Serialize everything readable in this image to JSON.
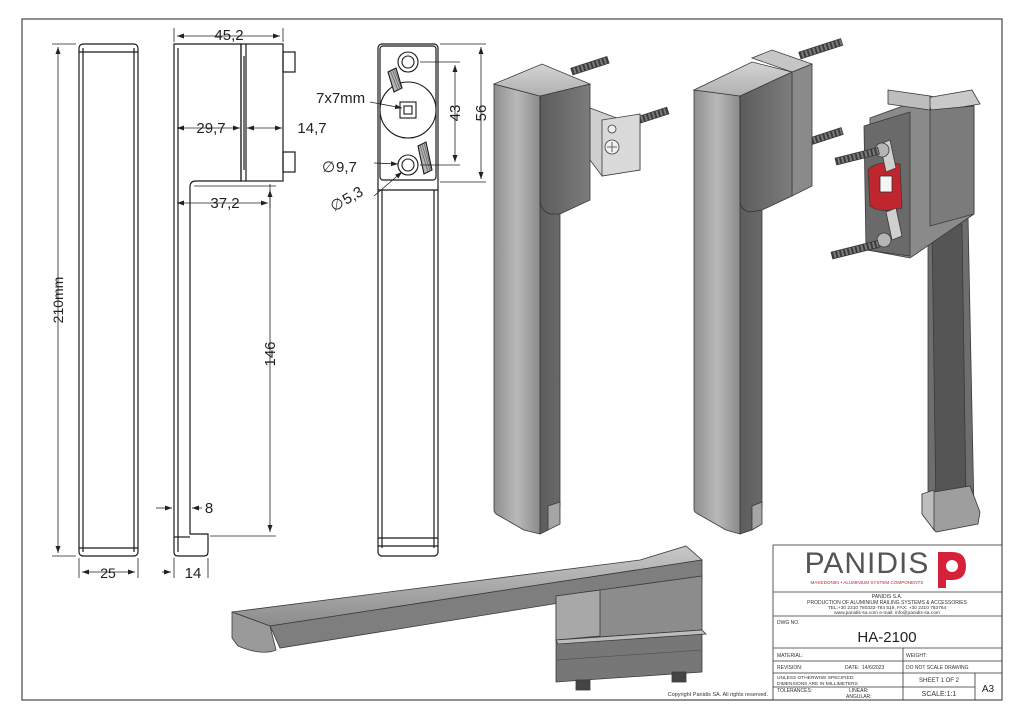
{
  "dimensions": {
    "total_height": "210mm",
    "width_top": "45,2",
    "dim_29_7": "29,7",
    "dim_14_7": "14,7",
    "dim_37_2": "37,2",
    "dim_146": "146",
    "dim_8": "8",
    "dim_25": "25",
    "dim_14": "14",
    "square": "7x7mm",
    "hole_large": "9,7",
    "hole_small": "5,3",
    "dim_43": "43",
    "dim_56": "56"
  },
  "title_block": {
    "company_logo_text": "PANIDIS",
    "logo_tagline": "MAKEDONIKI • ALUMINIUM SYSTEM COMPONENTS",
    "company_name": "PANIDIS S.A.",
    "company_desc": "PRODUCTION OF ALUMINIUM RAILING SYSTEMS & ACCESSORIES",
    "contact_line1": "TEL:+30 2310 780332-784 519, FAX: +30 2310 783764",
    "contact_line2": "www.panidis-sa.com   e-mail: info@panidis-sa.com",
    "dwg_label": "DWG NO.",
    "dwg_no": "HA-2100",
    "material_label": "MATERIAL:",
    "weight_label": "WEIGHT:",
    "revision_label": "REVISION:",
    "date_label": "DATE:",
    "date_value": "14/6/2023",
    "no_scale": "DO NOT SCALE DRAWING",
    "unless_line1": "UNLESS OTHERWISE SPECIFIED:",
    "unless_line2": "DIMENSIONS ARE IN MILLIMETERS",
    "sheet": "SHEET 1 OF 2",
    "tolerances_label": "TOLERANCES:",
    "linear_label": "LINEAR:",
    "angular_label": "ANGULAR:",
    "scale": "SCALE:1:1",
    "size": "A3",
    "copyright": "Copyright Panidis SA. All rights reserved."
  },
  "colors": {
    "brand_red": "#d6213a",
    "gasket_red": "#c0262e",
    "line": "#1a1a1a",
    "handle_light": "#bdbdbd",
    "handle_dark": "#6d6d6d"
  }
}
